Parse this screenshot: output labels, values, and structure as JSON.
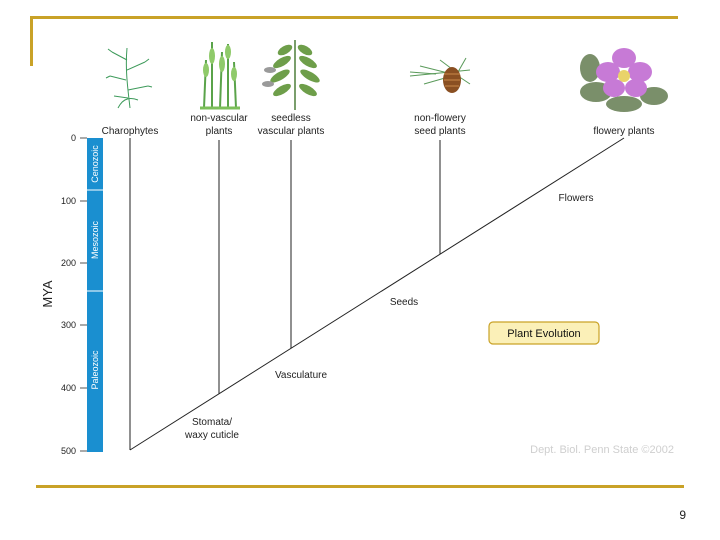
{
  "slide": {
    "page_number": "9",
    "accent_color": "#c9a227"
  },
  "diagram": {
    "title": "Plant Evolution",
    "y_axis_label": "MYA",
    "y_ticks": [
      "0",
      "100",
      "200",
      "300",
      "400",
      "500"
    ],
    "eras": [
      "Cenozoic",
      "Mesozoic",
      "Paleozoic"
    ],
    "era_bar_color": "#1a8fd0",
    "credit": "Dept. Biol. Penn State ©2002",
    "groups": [
      {
        "label_lines": [
          "Charophytes"
        ],
        "icon": "charophyte-alga-icon"
      },
      {
        "label_lines": [
          "non-vascular",
          "plants"
        ],
        "icon": "moss-icon"
      },
      {
        "label_lines": [
          "seedless",
          "vascular plants"
        ],
        "icon": "fern-icon"
      },
      {
        "label_lines": [
          "non-flowery",
          "seed plants"
        ],
        "icon": "pine-cone-icon"
      },
      {
        "label_lines": [
          "flowery plants"
        ],
        "icon": "flower-icon"
      }
    ],
    "innovations": [
      {
        "lines": [
          "Stomata/",
          "waxy cuticle"
        ]
      },
      {
        "lines": [
          "Vasculature"
        ]
      },
      {
        "lines": [
          "Seeds"
        ]
      },
      {
        "lines": [
          "Flowers"
        ]
      }
    ]
  }
}
